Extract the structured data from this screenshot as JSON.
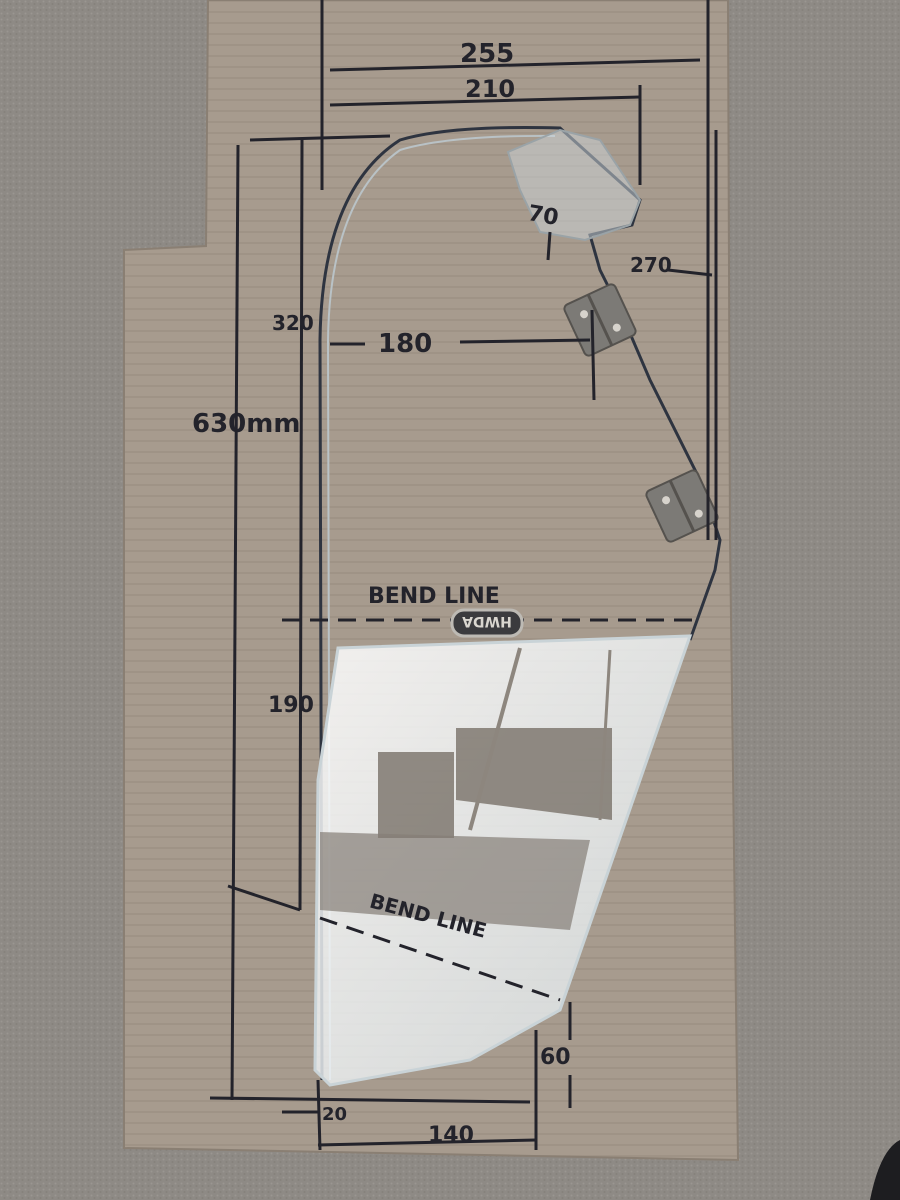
{
  "photo": {
    "subject": "cardboard-template-with-perspex-screen",
    "colors": {
      "carpet": "#8f8b86",
      "cardboard": "#a69a8d",
      "marker": "#23232b",
      "perspex": "#e7eff2",
      "hinge": "#7c7a76"
    }
  },
  "annotations": {
    "top_width_outer": "255",
    "top_width_inner": "210",
    "top_right_height": "70",
    "right_height": "270",
    "upper_height": "320",
    "mid_width": "180",
    "total_height": "630mm",
    "bend_line_upper": "BEND LINE",
    "lower_height": "190",
    "bend_line_lower": "BEND LINE",
    "bottom_right_height": "60",
    "bottom_left_offset": "20",
    "bottom_width": "140"
  },
  "badge": {
    "logo_text": "HWDA"
  }
}
